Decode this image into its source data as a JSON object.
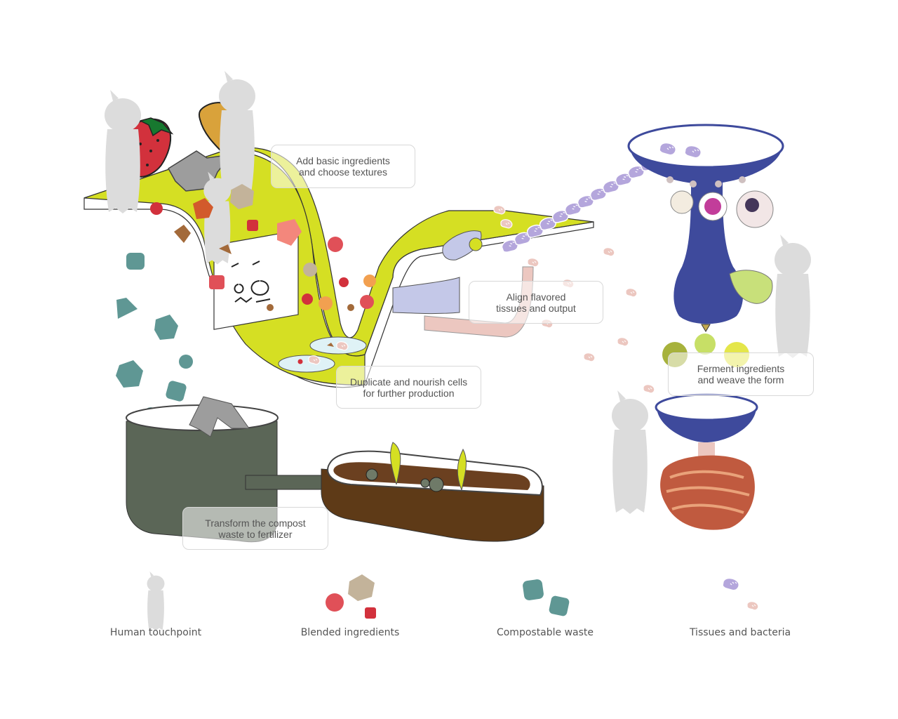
{
  "steps": {
    "add": {
      "line1": "Add basic ingredients",
      "line2": "and choose textures"
    },
    "align": {
      "line1": "Align flavored",
      "line2": "tissues and output"
    },
    "duplicate": {
      "line1": "Duplicate and nourish cells",
      "line2": "for further production"
    },
    "ferment": {
      "line1": "Ferment ingredients",
      "line2": "and weave the form"
    },
    "compost": {
      "line1": "Transform the compost",
      "line2": "waste to fertilizer"
    }
  },
  "legend": [
    {
      "label": "Human touchpoint",
      "icon": "human-figure-icon"
    },
    {
      "label": "Blended ingredients",
      "icon": "ingredient-blob-icon"
    },
    {
      "label": "Compostable waste",
      "icon": "waste-chunk-icon"
    },
    {
      "label": "Tissues and bacteria",
      "icon": "bacteria-icon"
    }
  ],
  "colors": {
    "platform": "#d5df23",
    "machine": "#3e4a9c",
    "pot": "#5b6657",
    "tray": "#5e3a17",
    "waste": "#5f9794",
    "tissue_purple": "#b4a6dc",
    "tissue_pink": "#ecc7c0",
    "ingredient_red": "#d2313c",
    "ingredient_tan": "#c3b39a",
    "figure": "#dcdcdc"
  }
}
